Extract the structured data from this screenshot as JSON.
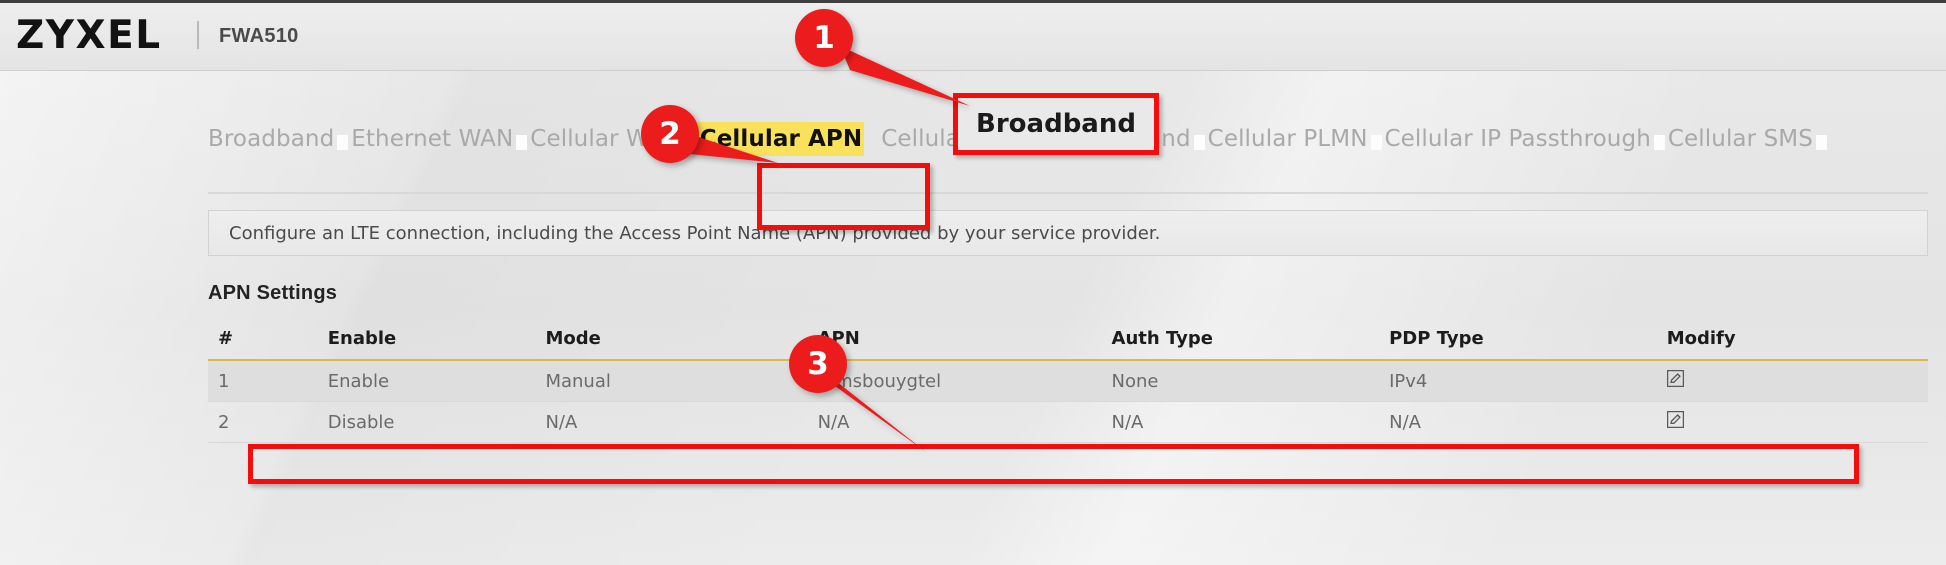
{
  "header": {
    "brand": "ZYXEL",
    "model": "FWA510"
  },
  "tabs": [
    {
      "label": "Broadband",
      "active": false
    },
    {
      "label": "Ethernet WAN",
      "active": false
    },
    {
      "label": "Cellular WAN",
      "active": false
    },
    {
      "label": "Cellular APN",
      "active": true
    },
    {
      "label": "Cellular SIM",
      "active": false
    },
    {
      "label": "Cellular Band",
      "active": false
    },
    {
      "label": "Cellular PLMN",
      "active": false
    },
    {
      "label": "Cellular IP Passthrough",
      "active": false
    },
    {
      "label": "Cellular SMS",
      "active": false
    }
  ],
  "info": {
    "text": "Configure an LTE connection, including the Access Point Name (APN) provided by your service provider."
  },
  "section": {
    "title": "APN Settings"
  },
  "table": {
    "columns": [
      "#",
      "Enable",
      "Mode",
      "APN",
      "Auth Type",
      "PDP Type",
      "Modify"
    ],
    "rows": [
      {
        "num": "1",
        "enable": "Enable",
        "mode": "Manual",
        "apn": "mmsbouygtel",
        "auth_type": "None",
        "pdp_type": "IPv4",
        "modify_icon": "edit-pencil-icon"
      },
      {
        "num": "2",
        "enable": "Disable",
        "mode": "N/A",
        "apn": "N/A",
        "auth_type": "N/A",
        "pdp_type": "N/A",
        "modify_icon": "edit-pencil-icon"
      }
    ]
  },
  "annotations": {
    "callout_1": "1",
    "callout_2": "2",
    "callout_3": "3",
    "broadband_label": "Broadband"
  },
  "colors": {
    "annotation_red": "#f40d0d",
    "active_tab_highlight": "#fae15c",
    "header_rule": "#dbb94a",
    "tab_inactive": "#a9a9a9"
  }
}
